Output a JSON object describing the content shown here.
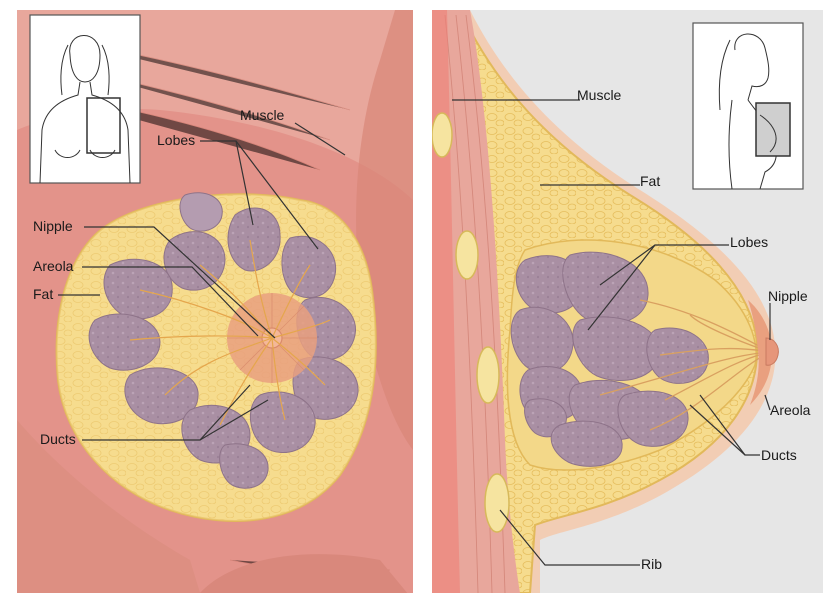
{
  "left_panel": {
    "labels": {
      "muscle": "Muscle",
      "lobes": "Lobes",
      "nipple": "Nipple",
      "areola": "Areola",
      "fat": "Fat",
      "ducts": "Ducts"
    },
    "inset_icon": "female-torso-front-icon"
  },
  "right_panel": {
    "labels": {
      "muscle": "Muscle",
      "fat": "Fat",
      "lobes": "Lobes",
      "nipple": "Nipple",
      "areola": "Areola",
      "ducts": "Ducts",
      "rib": "Rib"
    },
    "inset_icon": "female-torso-side-icon"
  },
  "colors": {
    "muscle": "#E8A79C",
    "muscle_dark": "#C97567",
    "fat": "#F6DC8E",
    "fat_outline": "#E2B95A",
    "lobe": "#A98FA3",
    "lobe_dark": "#8E7389",
    "areola": "#E9A07F",
    "skin": "#F2CDB4",
    "background": "#E6E6E6"
  }
}
